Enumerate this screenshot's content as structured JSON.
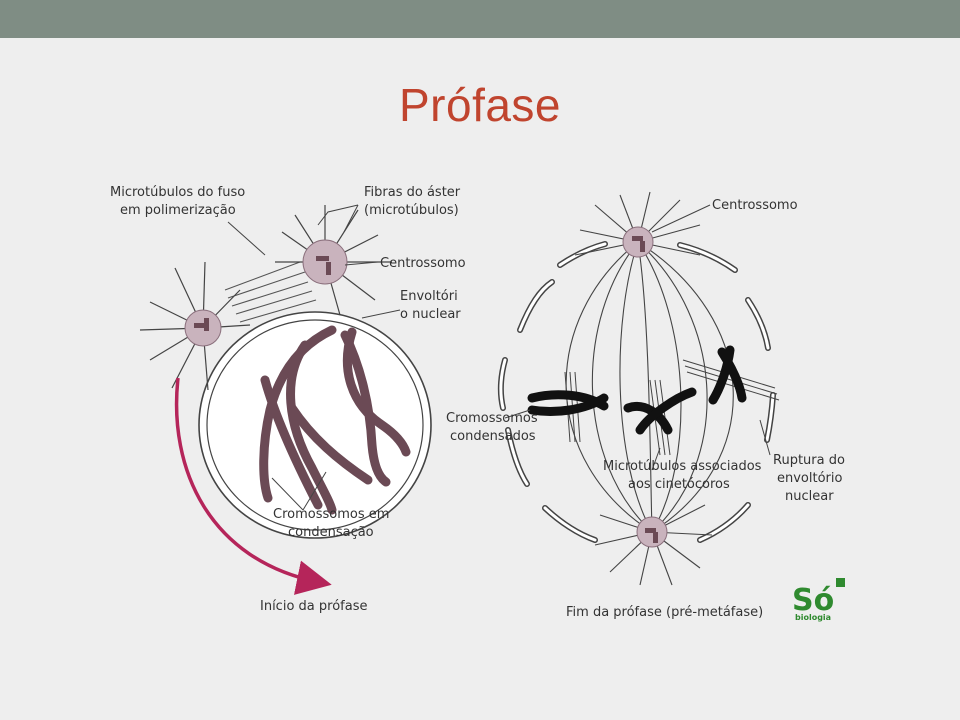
{
  "slide": {
    "title": "Prófase"
  },
  "labels": {
    "microtubulos_fuso_1": "Microtúbulos do fuso",
    "microtubulos_fuso_2": "em polimerização",
    "fibras_aster_1": "Fibras do áster",
    "fibras_aster_2": "(microtúbulos)",
    "centrossomo_left": "Centrossomo",
    "envoltorio_1": "Envoltóri",
    "envoltorio_2": "o nuclear",
    "cromossomos_condensacao_1": "Cromossomos em",
    "cromossomos_condensacao_2": "condensação",
    "inicio_profase": "Início da prófase",
    "centrossomo_right": "Centrossomo",
    "cromossomos_condensados_1": "Cromossomos",
    "cromossomos_condensados_2": "condensados",
    "microtubulos_associados_1": "Microtúbulos associados",
    "microtubulos_associados_2": "aos cinetócoros",
    "ruptura_1": "Ruptura do",
    "ruptura_2": "envoltório",
    "ruptura_3": "nuclear",
    "fim_profase": "Fim da prófase (pré-metáfase)"
  },
  "logo": {
    "mark": "Só",
    "sub": "biologia"
  },
  "colors": {
    "title": "#c0442e",
    "chromosome_early": "#6b4a55",
    "chromosome_late": "#111111",
    "centrosome": "#c9b3bd",
    "arrow": "#b5255a",
    "logo_green": "#2f8a2f"
  }
}
